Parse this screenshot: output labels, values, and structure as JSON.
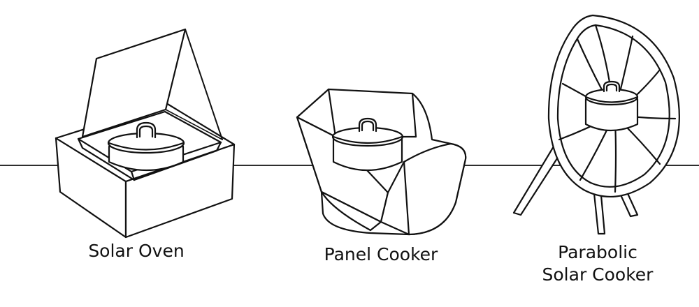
{
  "diagram": {
    "captions": {
      "solar_oven": "Solar Oven",
      "panel_cooker": "Panel Cooker",
      "parabolic_line1": "Parabolic",
      "parabolic_line2": "Solar Cooker"
    },
    "colors": {
      "stroke": "#111111",
      "fill": "#ffffff"
    }
  }
}
